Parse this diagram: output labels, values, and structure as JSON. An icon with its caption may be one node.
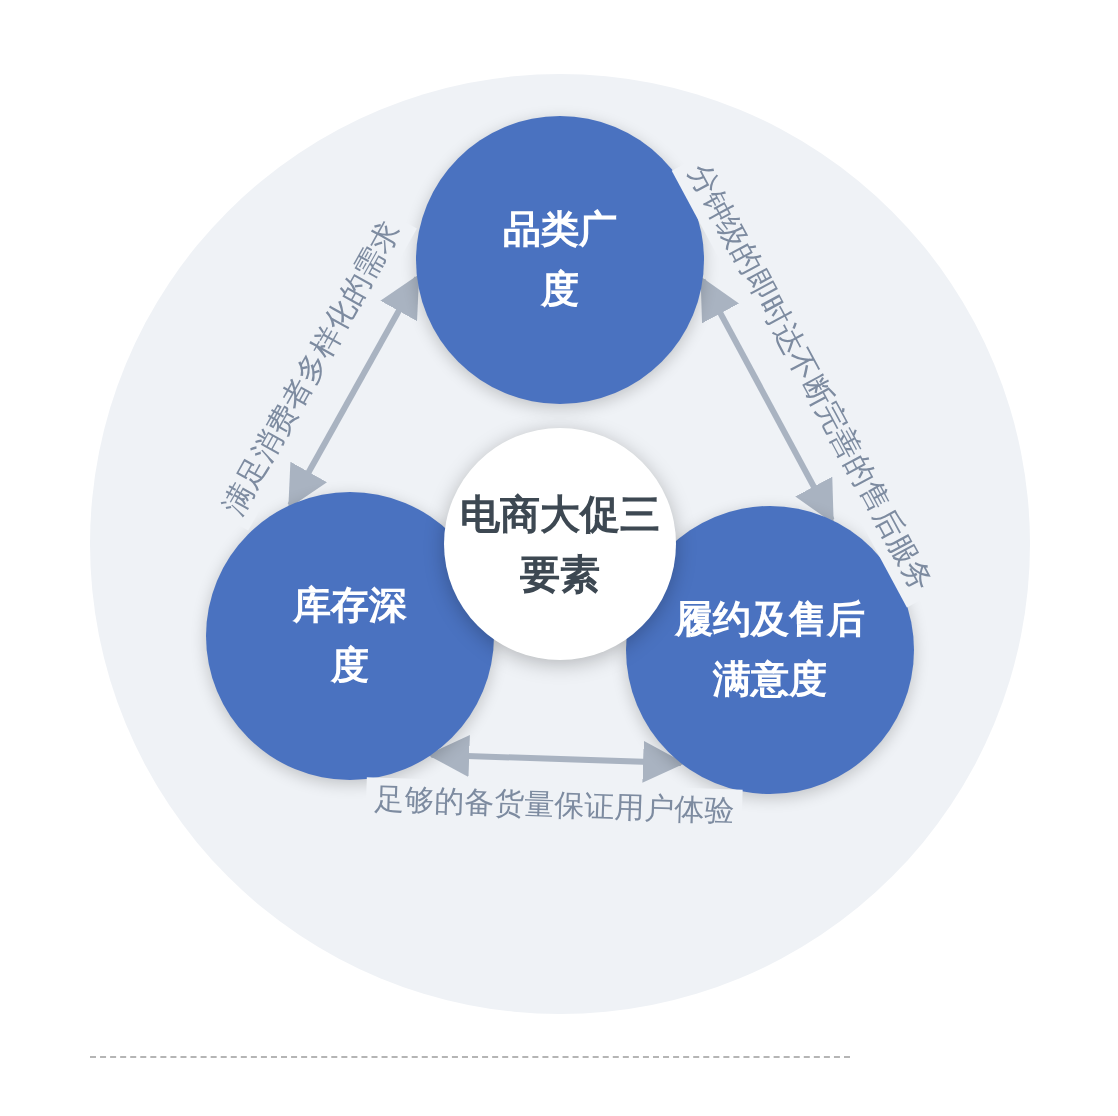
{
  "diagram": {
    "nodes": [
      {
        "text": [
          "品类广度"
        ]
      },
      {
        "text": [
          "库存深度"
        ]
      },
      {
        "text": [
          "履约及售后满意度"
        ]
      },
      {
        "text": [
          "电商大促三要素"
        ]
      }
    ],
    "edges": [
      {
        "from": 1,
        "to": 0,
        "arrow": "both",
        "label": "满足消费者多样化的需求"
      },
      {
        "from": 0,
        "to": 2,
        "arrow": "both",
        "label": "分钟级的即时达不断完善的售后服务"
      },
      {
        "from": 1,
        "to": 2,
        "arrow": "both",
        "label": "足够的备货量保证用户体验"
      }
    ]
  }
}
